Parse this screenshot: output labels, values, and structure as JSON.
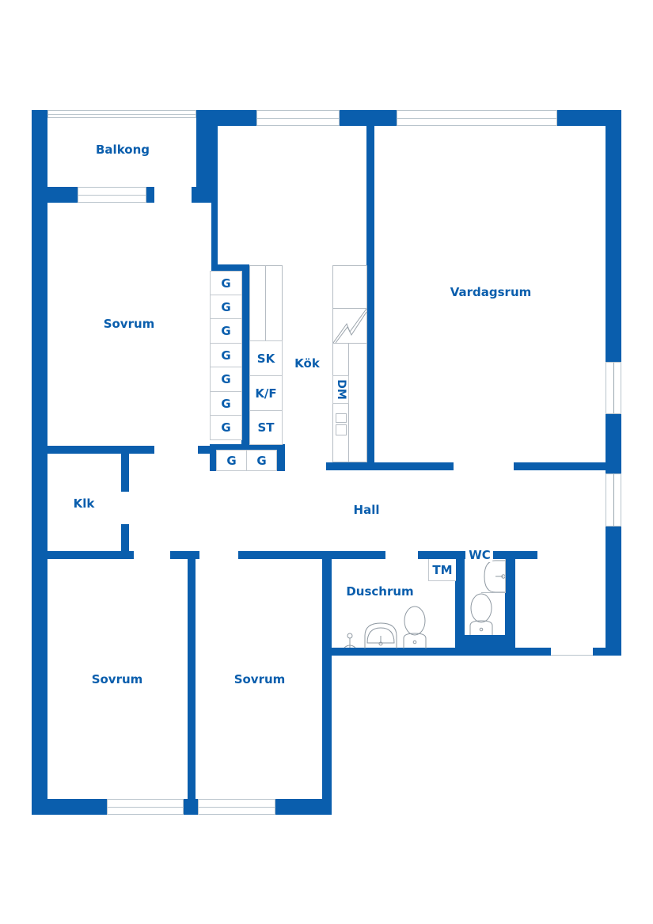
{
  "floorplan": {
    "wall_color": "#0a5ead",
    "rooms": {
      "balkong": "Balkong",
      "sovrum_top": "Sovrum",
      "kok": "Kök",
      "vardagsrum": "Vardagsrum",
      "klk": "Klk",
      "hall": "Hall",
      "duschrum": "Duschrum",
      "wc": "WC",
      "sovrum_bottom_left": "Sovrum",
      "sovrum_bottom_mid": "Sovrum"
    },
    "fixtures": {
      "wardrobe_labels": [
        "G",
        "G",
        "G",
        "G",
        "G",
        "G",
        "G"
      ],
      "wardrobe_bottom_labels": [
        "G",
        "G"
      ],
      "kitchen_left": [
        "SK",
        "K/F",
        "ST"
      ],
      "kitchen_right": "DM",
      "laundry": "TM"
    }
  }
}
